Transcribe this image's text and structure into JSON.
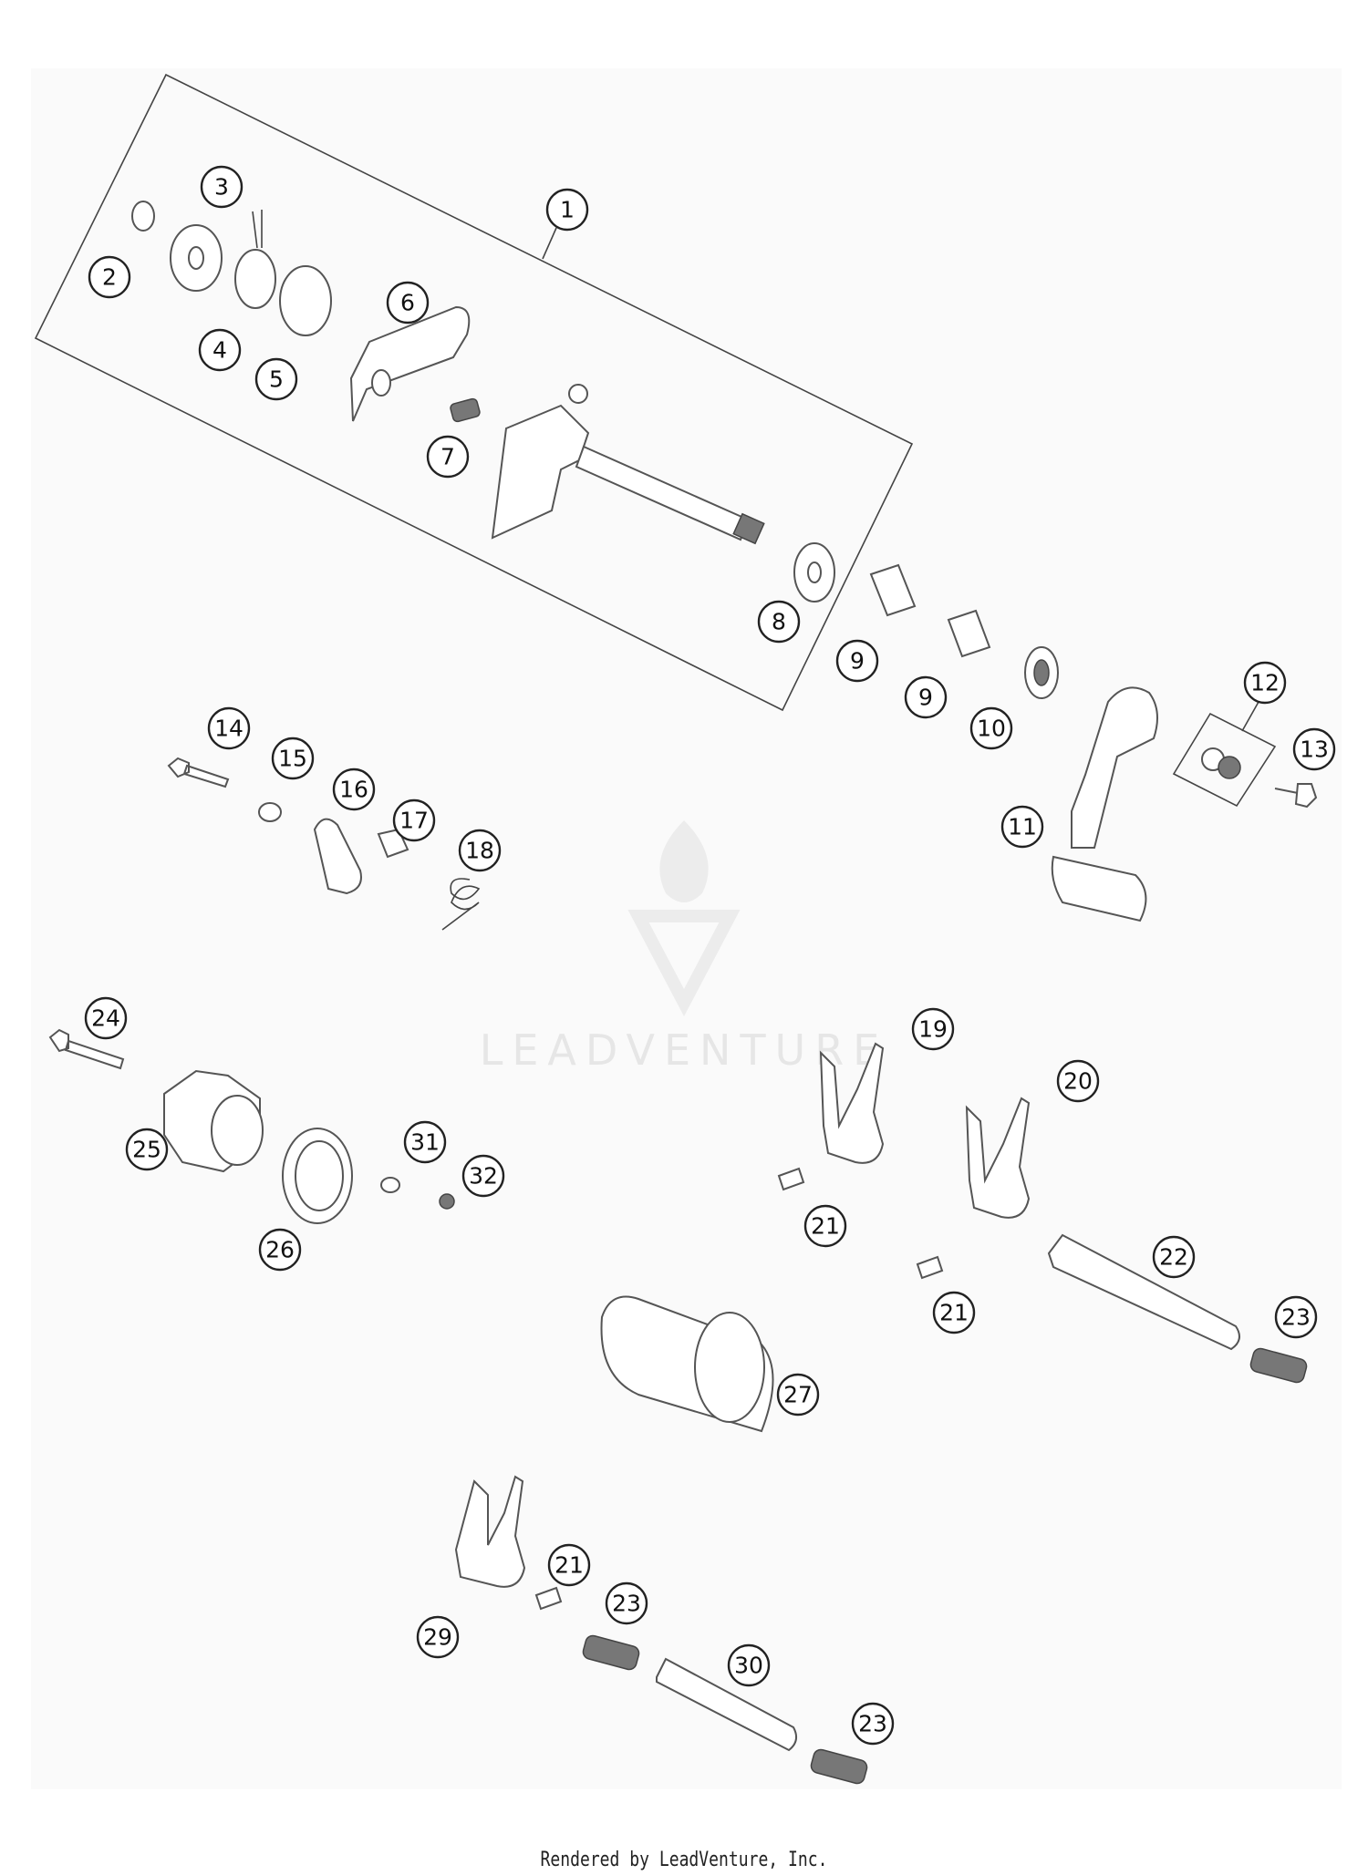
{
  "diagram": {
    "callouts": {
      "c1": "1",
      "c2": "2",
      "c3": "3",
      "c4": "4",
      "c5": "5",
      "c6": "6",
      "c7": "7",
      "c8": "8",
      "c9a": "9",
      "c9b": "9",
      "c10": "10",
      "c11": "11",
      "c12": "12",
      "c13": "13",
      "c14": "14",
      "c15": "15",
      "c16": "16",
      "c17": "17",
      "c18": "18",
      "c19": "19",
      "c20": "20",
      "c21a": "21",
      "c21b": "21",
      "c21c": "21",
      "c22": "22",
      "c23a": "23",
      "c23b": "23",
      "c23c": "23",
      "c24": "24",
      "c25": "25",
      "c26": "26",
      "c27": "27",
      "c29": "29",
      "c30": "30",
      "c31": "31",
      "c32": "32"
    },
    "watermark": "LEADVENTURE"
  },
  "footer": {
    "text": "Rendered by LeadVenture, Inc."
  }
}
